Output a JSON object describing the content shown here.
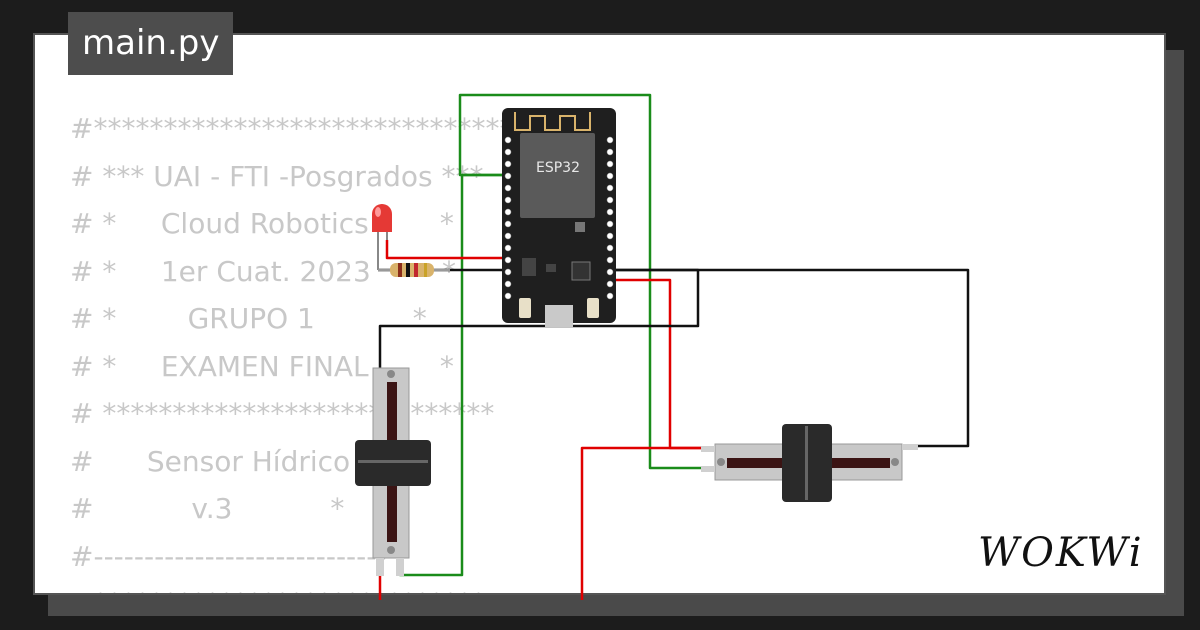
{
  "file_tab": {
    "label": "main.py"
  },
  "code_lines": [
    "#************************************",
    "# *** UAI - FTI -Posgrados ***",
    "# *     Cloud Robotics        *",
    "# *     1er Cuat. 2023        *",
    "# *        GRUPO 1           *",
    "# *     EXAMEN FINAL        *",
    "# ****************************",
    "#      Sensor Hídrico     *",
    "#           v.3           *",
    "#-----------------------------",
    "#****************************"
  ],
  "board": {
    "label": "ESP32"
  },
  "brand": {
    "logo_text": "WOKWi"
  },
  "colors": {
    "wire_red": "#e00000",
    "wire_green": "#1a8c1a",
    "wire_black": "#111111",
    "board": "#1f1f1f",
    "chip": "#5a5a5a",
    "led": "#e53935"
  }
}
